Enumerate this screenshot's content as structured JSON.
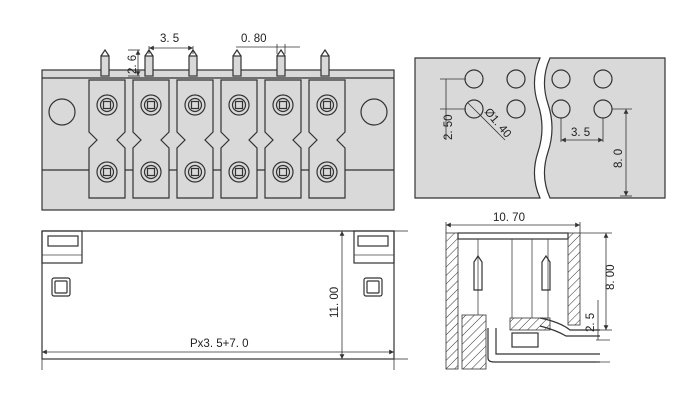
{
  "dimensions": {
    "pitch_top": "3. 5",
    "pin_width": "0. 80",
    "pin_height": "2. 6",
    "pcb_row_spacing": "2. 50",
    "hole_diameter": "Ø1. 40",
    "pcb_pitch": "3. 5",
    "pcb_depth": "8. 0",
    "total_width": "Px3. 5+7. 0",
    "body_height": "11. 00",
    "side_width": "10. 70",
    "side_height": "8. 00",
    "side_pin": "2. 5"
  },
  "colors": {
    "body_fill": "#d9d9d9",
    "line": "#333333",
    "pcb_fill": "#d9d9d9"
  }
}
